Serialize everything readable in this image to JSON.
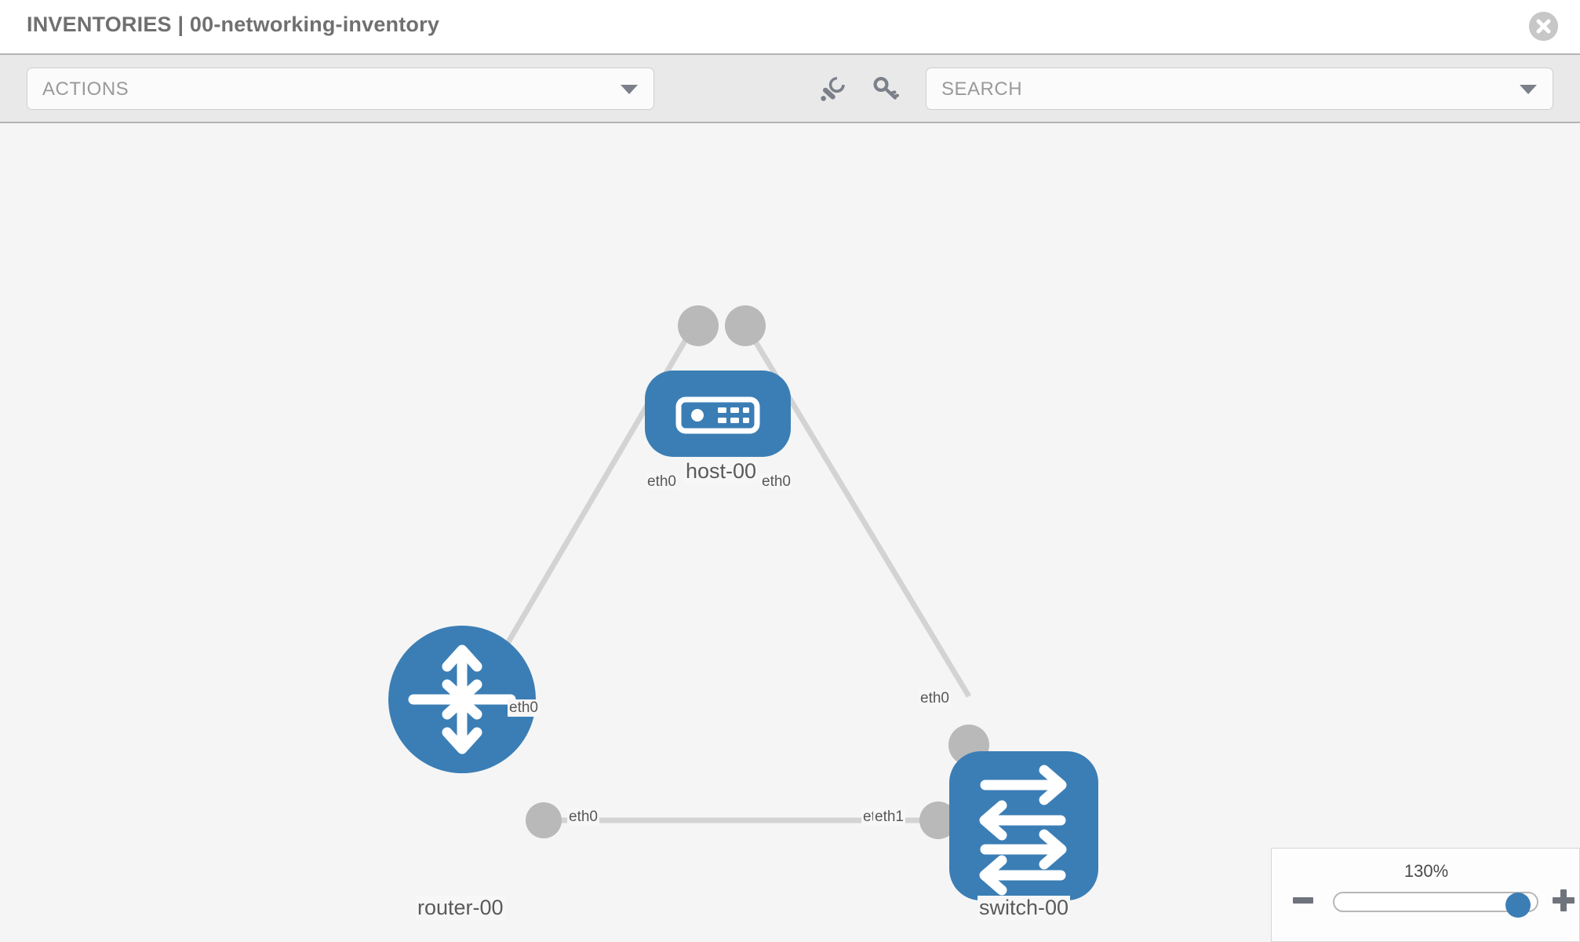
{
  "header": {
    "title": "INVENTORIES | 00-networking-inventory",
    "close_icon": "close-circle-icon"
  },
  "toolbar": {
    "actions": {
      "label": "ACTIONS",
      "caret_icon": "chevron-down-icon"
    },
    "wrench_icon": "wrench-icon",
    "key_icon": "key-icon",
    "search": {
      "label": "SEARCH",
      "placeholder": "SEARCH",
      "caret_icon": "chevron-down-icon"
    }
  },
  "topology": {
    "accent_color": "#3b7eb5",
    "link_color": "#d3d3d3",
    "port_color": "#b9b9b9",
    "background": "#f5f5f5",
    "nodes": [
      {
        "id": "host-00",
        "label": "host-00",
        "type": "host",
        "icon": "server-appliance-icon",
        "shape": "rounded-rect"
      },
      {
        "id": "router-00",
        "label": "router-00",
        "type": "router",
        "icon": "router-arrows-icon",
        "shape": "circle"
      },
      {
        "id": "switch-00",
        "label": "switch-00",
        "type": "switch",
        "icon": "switch-arrows-icon",
        "shape": "rounded-square"
      }
    ],
    "links": [
      {
        "from": "host-00",
        "to": "router-00",
        "from_iface": "eth0",
        "to_iface": "eth0"
      },
      {
        "from": "host-00",
        "to": "switch-00",
        "from_iface": "eth0",
        "to_iface": "eth0"
      },
      {
        "from": "router-00",
        "to": "switch-00",
        "from_iface": "eth0",
        "to_iface": "eth1"
      }
    ],
    "iface_labels": {
      "host_left": "eth0",
      "host_right": "eth0",
      "router_upper": "eth0",
      "switch_upper": "eth0",
      "router_right": "eth0",
      "switch_left_overlap_a": "eth0",
      "switch_left_overlap_b": "eth1"
    }
  },
  "zoom_control": {
    "value_label": "130%",
    "minus_icon": "minus-icon",
    "plus_icon": "plus-icon",
    "slider_name": "zoom-slider"
  }
}
